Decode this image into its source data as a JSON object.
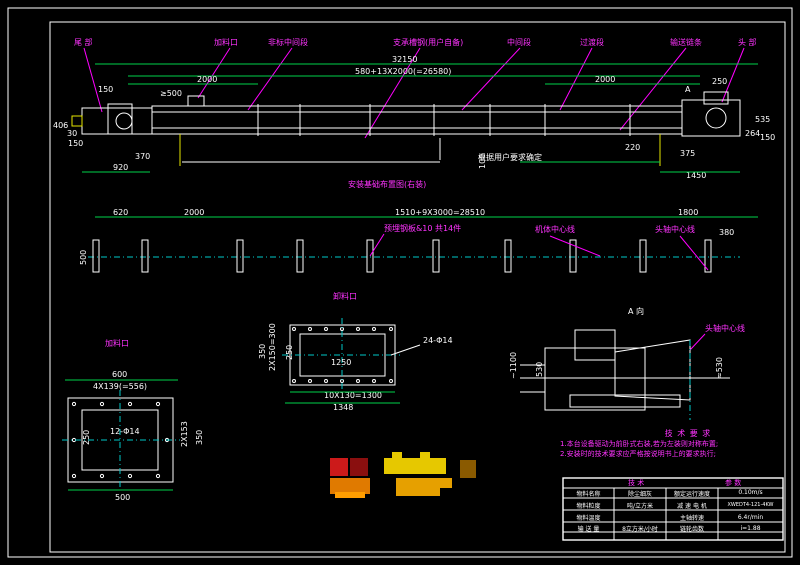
{
  "sheet": {
    "colors": {
      "frame": "#ffffff",
      "dim": "#00d24a",
      "label": "#ff33ff",
      "yellow": "#e6e600",
      "cyan": "#00c8c8",
      "background": "#000000"
    }
  },
  "elevation": {
    "labels": {
      "tail": "尾 部",
      "inlet": "加料口",
      "nonstd_mid": "非标中间段",
      "support": "支承槽钢(用户自备)",
      "middle": "中间段",
      "transition": "过渡段",
      "chain": "输送链条",
      "head": "头 部",
      "view_a": "A"
    },
    "dims": {
      "overall": "32150",
      "formula": "580+13X2000(=26580)",
      "left_2000": "2000",
      "right_2000": "2000",
      "d150_top": "150",
      "d500": "≥500",
      "d250": "250",
      "d150": "150",
      "d370": "370",
      "d920": "920",
      "d30": "30",
      "d406": "406",
      "d100": "100",
      "d220": "220",
      "d375": "375",
      "d1450": "1450",
      "d535": "535",
      "d264": "264",
      "d150b": "150",
      "note": "根据用户要求确定"
    },
    "title": "安装基础布置图(右装)"
  },
  "plan": {
    "dims": {
      "d620": "620",
      "d2000": "2000",
      "formula": "1510+9X3000=28510",
      "d1800": "1800",
      "d380": "380",
      "d500": "500"
    },
    "labels": {
      "embed": "预埋钢板&10 共14件",
      "axis": "机体中心线",
      "head_axis": "头轴中心线"
    }
  },
  "outlet": {
    "title": "卸料口",
    "dims": {
      "holes": "24-Φ14",
      "d350": "350",
      "d250": "250",
      "d20x150": "2X150=300",
      "d1250": "1250",
      "d10x130": "10X130=1300",
      "d1348": "1348"
    }
  },
  "inlet": {
    "title": "加料口",
    "dims": {
      "d600": "600",
      "d4x139": "4X139(=556)",
      "holes": "12-Φ14",
      "d250": "250",
      "d2x153": "2X153",
      "d350": "350",
      "d500": "500"
    }
  },
  "view_a": {
    "title": "A 向",
    "labels": {
      "head_axis": "头轴中心线"
    },
    "dims": {
      "d1100": "~1100",
      "d530": "530",
      "d530b": "≈530"
    }
  },
  "tech": {
    "title": "技 术 要 求",
    "items": [
      "1.本台设备驱动为前卧式右装,若为左装则对称布置;",
      "2.安装时的技术要求应严格按说明书上的要求执行;"
    ]
  },
  "params": {
    "title_left": "技 术",
    "title_right": "参 数",
    "rows": [
      [
        "物料名称",
        "除尘细灰",
        "额定运行速度",
        "0.10m/s"
      ],
      [
        "物料粒度",
        "吨/立方米",
        "减 速 电 机",
        "XWEDT4-121-4KW"
      ],
      [
        "物料温度",
        "",
        "主轴转速",
        "6.4r/min"
      ],
      [
        "输 送 量",
        "8立方米/小时",
        "链轮齿数",
        "i=1.88"
      ]
    ]
  }
}
